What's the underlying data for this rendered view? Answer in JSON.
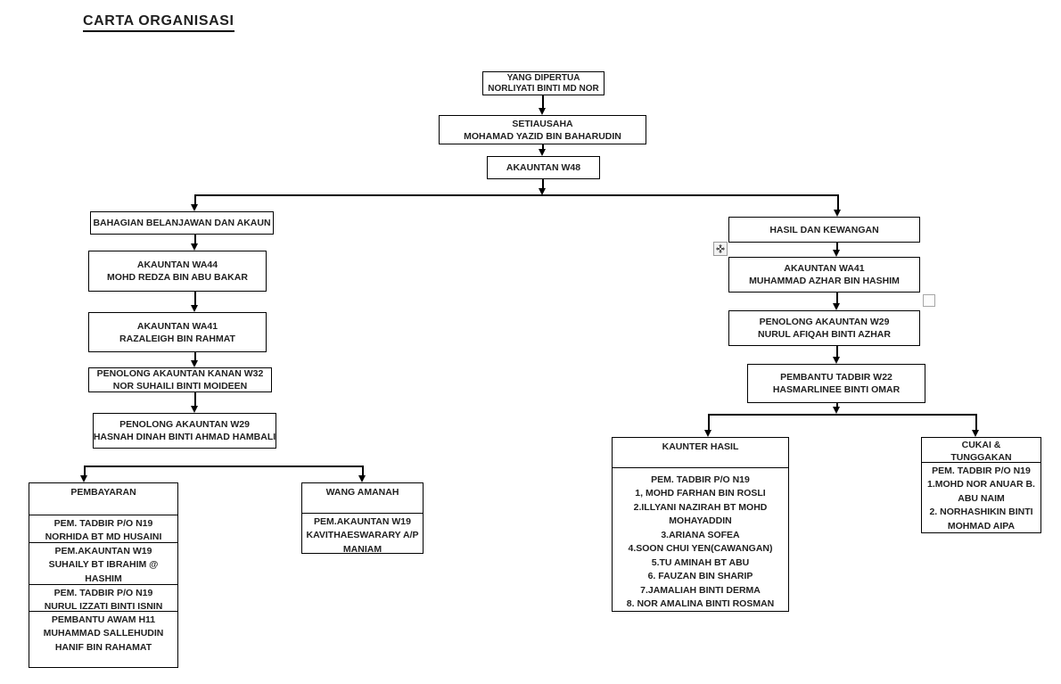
{
  "title": "CARTA ORGANISASI",
  "colors": {
    "line": "#000000",
    "background": "#ffffff",
    "text": "#1f1f1f"
  },
  "artifacts": {
    "move_handle_icon": "move-cursor-four-arrows",
    "selection_handle_icon": "empty-square-handle"
  },
  "diagram": {
    "nodes": {
      "yang_dipertua": {
        "lines": [
          "YANG DIPERTUA",
          "NORLIYATI BINTI MD NOR"
        ]
      },
      "setiausaha": {
        "lines": [
          "SETIAUSAHA",
          "MOHAMAD YAZID BIN BAHARUDIN"
        ]
      },
      "akauntan_w48": {
        "lines": [
          "AKAUNTAN W48"
        ]
      },
      "bahagian_belanjawan": {
        "lines": [
          "BAHAGIAN BELANJAWAN DAN AKAUN"
        ]
      },
      "akauntan_wa44": {
        "lines": [
          "AKAUNTAN WA44",
          "MOHD REDZA BIN ABU BAKAR"
        ]
      },
      "akauntan_wa41_left": {
        "lines": [
          "AKAUNTAN WA41",
          "RAZALEIGH BIN RAHMAT"
        ]
      },
      "penolong_akauntan_kanan_w32": {
        "lines": [
          "PENOLONG AKAUNTAN KANAN W32",
          "NOR SUHAILI BINTI MOIDEEN"
        ]
      },
      "penolong_akauntan_w29_left": {
        "lines": [
          "PENOLONG AKAUNTAN W29",
          "HASNAH DINAH BINTI AHMAD HAMBALI"
        ]
      },
      "pembayaran": {
        "header": "PEMBAYARAN",
        "rows": [
          [
            "PEM. TADBIR P/O N19",
            "NORHIDA BT MD HUSAINI"
          ],
          [
            "PEM.AKAUNTAN W19",
            "SUHAILY BT IBRAHIM @",
            "HASHIM"
          ],
          [
            "PEM. TADBIR P/O N19",
            "NURUL IZZATI BINTI ISNIN"
          ],
          [
            "PEMBANTU AWAM H11",
            "MUHAMMAD SALLEHUDIN",
            "HANIF BIN RAHAMAT"
          ]
        ]
      },
      "wang_amanah": {
        "header": "WANG AMANAH",
        "rows": [
          [
            "PEM.AKAUNTAN W19",
            "KAVITHAESWARARY A/P",
            "MANIAM"
          ]
        ]
      },
      "hasil_dan_kewangan": {
        "lines": [
          "HASIL DAN KEWANGAN"
        ]
      },
      "akauntan_wa41_right": {
        "lines": [
          "AKAUNTAN WA41",
          "MUHAMMAD AZHAR BIN HASHIM"
        ]
      },
      "penolong_akauntan_w29_right": {
        "lines": [
          "PENOLONG AKAUNTAN W29",
          "NURUL AFIQAH BINTI AZHAR"
        ]
      },
      "pembantu_tadbir_w22": {
        "lines": [
          "PEMBANTU TADBIR W22",
          "HASMARLINEE BINTI OMAR"
        ]
      },
      "kaunter_hasil": {
        "header": "KAUNTER HASIL",
        "rows": [
          [
            "PEM. TADBIR P/O N19",
            "1, MOHD FARHAN BIN ROSLI",
            "2.ILLYANI NAZIRAH BT MOHD",
            "MOHAYADDIN",
            "3.ARIANA SOFEA",
            "4.SOON CHUI YEN(CAWANGAN)",
            "5.TU AMINAH BT ABU",
            "6. FAUZAN BIN SHARIP",
            "7.JAMALIAH BINTI DERMA",
            "8. NOR AMALINA BINTI ROSMAN"
          ]
        ]
      },
      "cukai_tunggakan": {
        "header_lines": [
          "CUKAI &",
          "TUNGGAKAN"
        ],
        "rows": [
          [
            "PEM. TADBIR P/O N19",
            "1.MOHD NOR ANUAR B.",
            "ABU NAIM",
            "2. NORHASHIKIN BINTI",
            "MOHMAD AIPA"
          ]
        ]
      }
    }
  }
}
